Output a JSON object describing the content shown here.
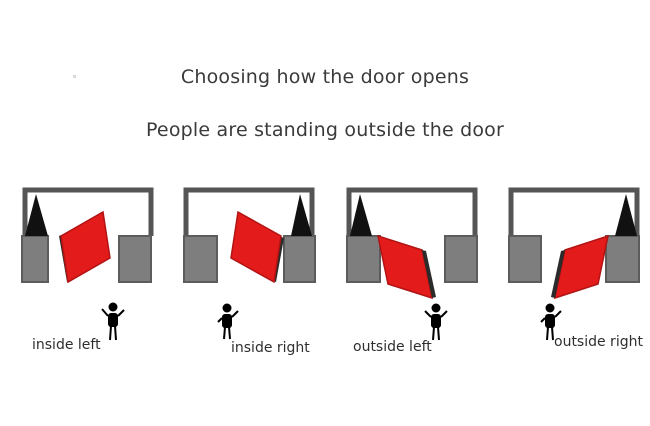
{
  "title": "Choosing how the door opens",
  "subtitle": "People are standing outside the door",
  "colors": {
    "wall": "#808080",
    "wall_dark": "#6a6a6a",
    "frame": "#555555",
    "door": "#e31b1b",
    "door_dark": "#a81212",
    "hinge_shadow": "#111111",
    "person": "#000000"
  },
  "panels": [
    {
      "label": "inside left"
    },
    {
      "label": "inside right"
    },
    {
      "label": "outside left"
    },
    {
      "label": "outside right"
    }
  ]
}
